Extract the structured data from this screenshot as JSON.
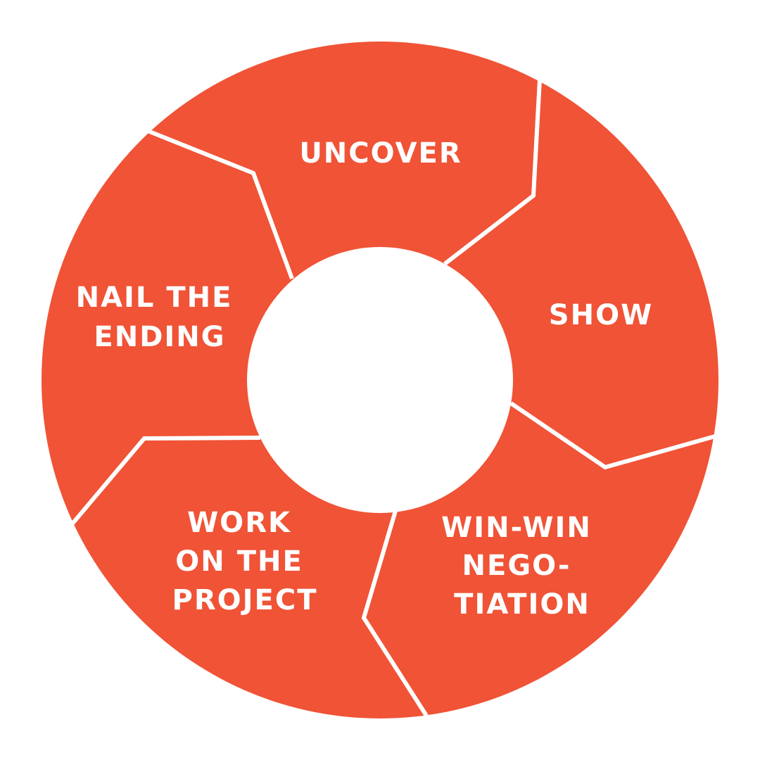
{
  "diagram": {
    "colors": {
      "segment_fill": "#F05336",
      "divider": "#ffffff",
      "label": "#ffffff",
      "background": "#ffffff"
    },
    "segments": [
      {
        "id": "uncover",
        "lines": [
          "UNCOVER"
        ]
      },
      {
        "id": "show",
        "lines": [
          "SHOW"
        ]
      },
      {
        "id": "win-win-negotiation",
        "lines": [
          "WIN-WIN",
          "NEGO-",
          "TIATION"
        ]
      },
      {
        "id": "work-on-the-project",
        "lines": [
          "WORK",
          "ON THE",
          "PROJECT"
        ]
      },
      {
        "id": "nail-the-ending",
        "lines": [
          "NAIL THE",
          "ENDING"
        ]
      }
    ]
  }
}
